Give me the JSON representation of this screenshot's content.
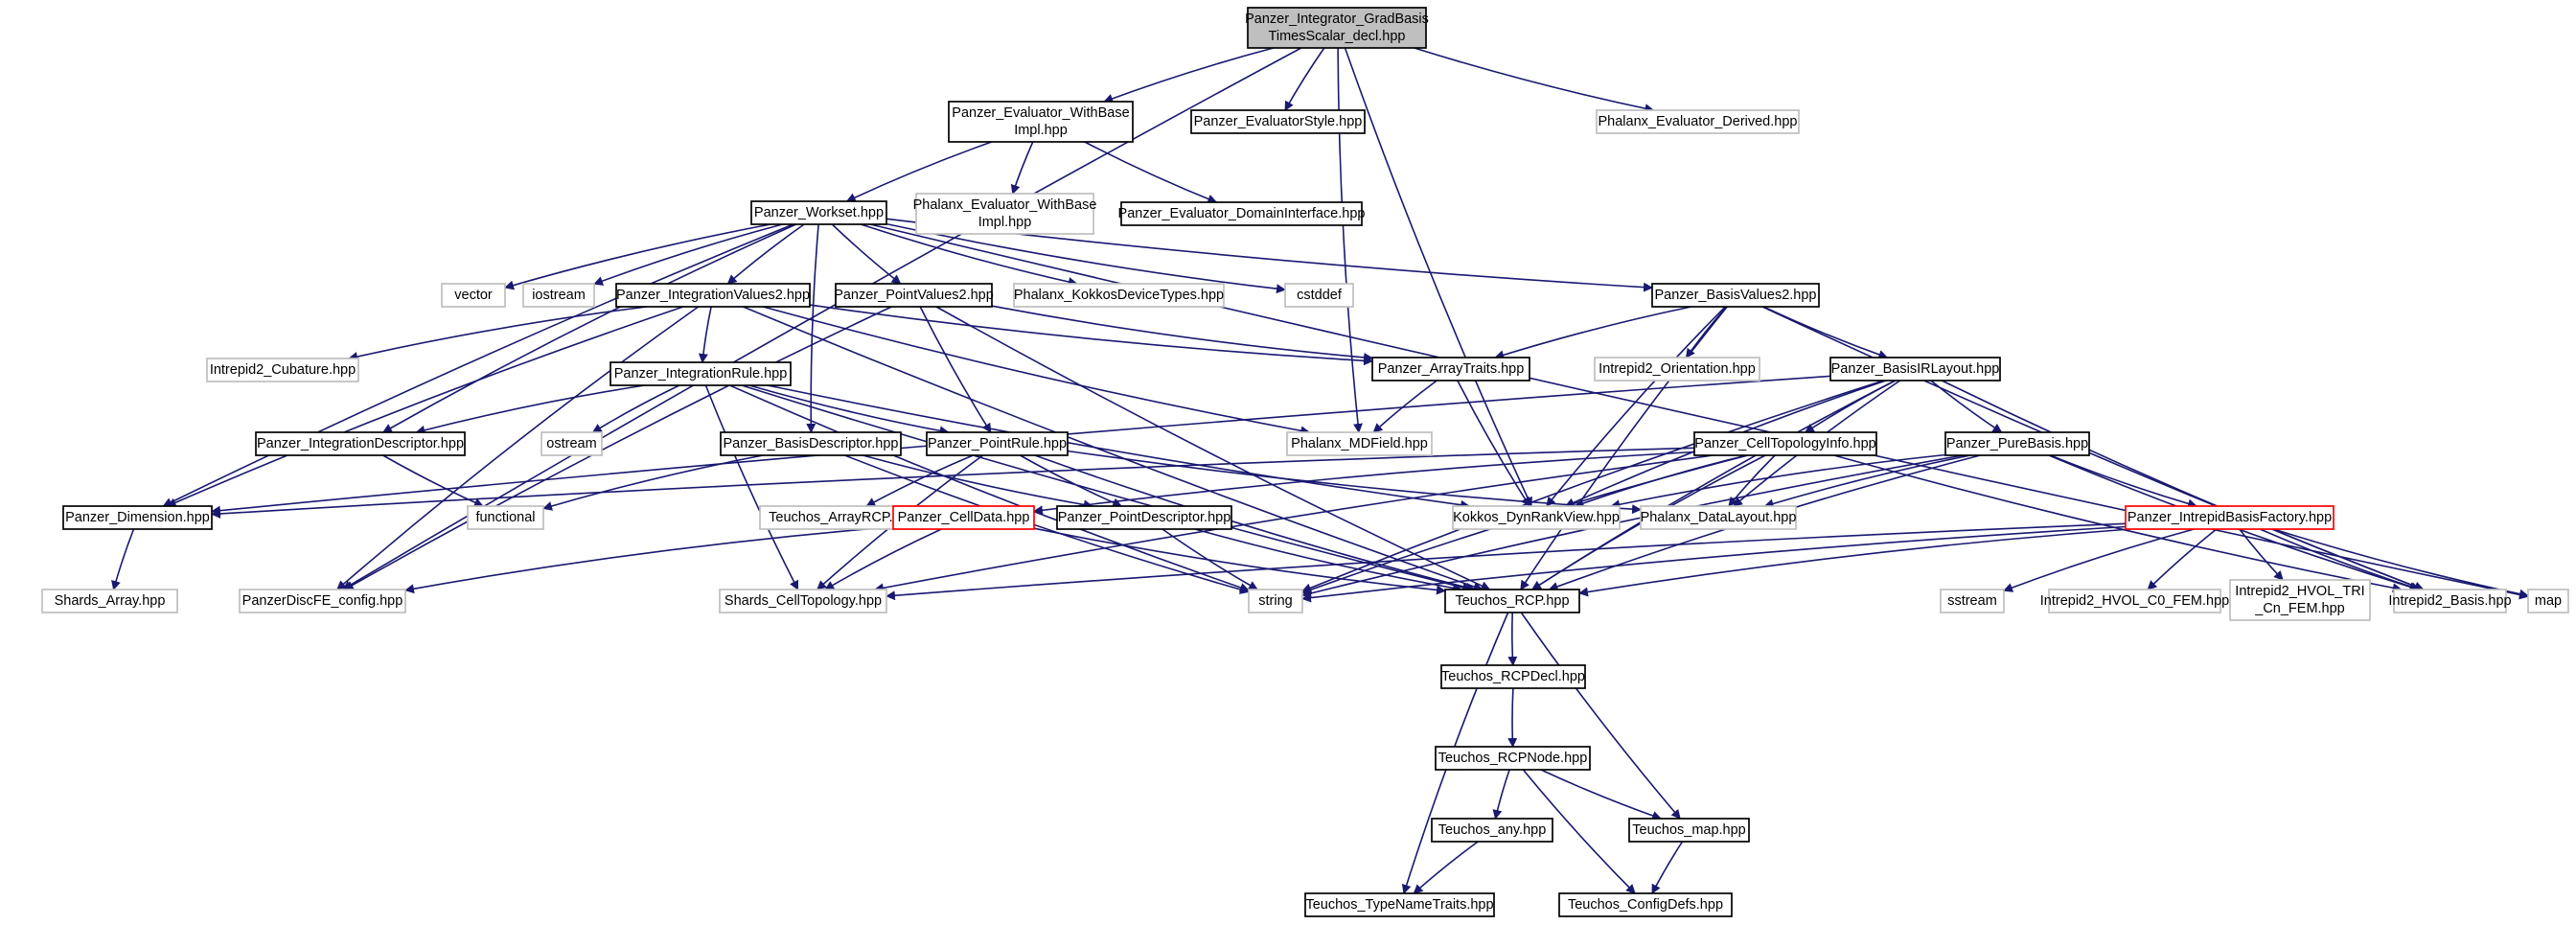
{
  "colors": {
    "edge": "#191970",
    "root_fill": "#bfbfbf",
    "root_border": "#000000",
    "documented_border": "#000000",
    "undocumented_border": "#bfbfbf",
    "truncated_border": "#ff0000",
    "node_fill": "#ffffff"
  },
  "nodes": [
    {
      "id": "root",
      "kind": "root",
      "lines": [
        "Panzer_Integrator_GradBasis",
        "TimesScalar_decl.hpp"
      ]
    },
    {
      "id": "evalwithbase",
      "kind": "documented",
      "lines": [
        "Panzer_Evaluator_WithBase",
        "Impl.hpp"
      ]
    },
    {
      "id": "evalstyle",
      "kind": "documented",
      "lines": [
        "Panzer_EvaluatorStyle.hpp"
      ]
    },
    {
      "id": "phalanxevalderived",
      "kind": "undocumented",
      "lines": [
        "Phalanx_Evaluator_Derived.hpp"
      ]
    },
    {
      "id": "phalanxevalwithbase",
      "kind": "undocumented",
      "lines": [
        "Phalanx_Evaluator_WithBase",
        "Impl.hpp"
      ]
    },
    {
      "id": "evaldomain",
      "kind": "documented",
      "lines": [
        "Panzer_Evaluator_DomainInterface.hpp"
      ]
    },
    {
      "id": "workset",
      "kind": "documented",
      "lines": [
        "Panzer_Workset.hpp"
      ]
    },
    {
      "id": "vector",
      "kind": "undocumented",
      "lines": [
        "vector"
      ]
    },
    {
      "id": "iostream",
      "kind": "undocumented",
      "lines": [
        "iostream"
      ]
    },
    {
      "id": "intvalues2",
      "kind": "documented",
      "lines": [
        "Panzer_IntegrationValues2.hpp"
      ]
    },
    {
      "id": "pointvalues2",
      "kind": "documented",
      "lines": [
        "Panzer_PointValues2.hpp"
      ]
    },
    {
      "id": "kokkosdevtypes",
      "kind": "undocumented",
      "lines": [
        "Phalanx_KokkosDeviceTypes.hpp"
      ]
    },
    {
      "id": "cstddef",
      "kind": "undocumented",
      "lines": [
        "cstddef"
      ]
    },
    {
      "id": "basisvalues2",
      "kind": "documented",
      "lines": [
        "Panzer_BasisValues2.hpp"
      ]
    },
    {
      "id": "map",
      "kind": "undocumented",
      "lines": [
        "map"
      ]
    },
    {
      "id": "cubature",
      "kind": "undocumented",
      "lines": [
        "Intrepid2_Cubature.hpp"
      ]
    },
    {
      "id": "intrule",
      "kind": "documented",
      "lines": [
        "Panzer_IntegrationRule.hpp"
      ]
    },
    {
      "id": "arraytraits",
      "kind": "documented",
      "lines": [
        "Panzer_ArrayTraits.hpp"
      ]
    },
    {
      "id": "orientation",
      "kind": "undocumented",
      "lines": [
        "Intrepid2_Orientation.hpp"
      ]
    },
    {
      "id": "basisirlayout",
      "kind": "documented",
      "lines": [
        "Panzer_BasisIRLayout.hpp"
      ]
    },
    {
      "id": "intdescriptor",
      "kind": "documented",
      "lines": [
        "Panzer_IntegrationDescriptor.hpp"
      ]
    },
    {
      "id": "ostream",
      "kind": "undocumented",
      "lines": [
        "ostream"
      ]
    },
    {
      "id": "basisdescriptor",
      "kind": "documented",
      "lines": [
        "Panzer_BasisDescriptor.hpp"
      ]
    },
    {
      "id": "pointrule",
      "kind": "documented",
      "lines": [
        "Panzer_PointRule.hpp"
      ]
    },
    {
      "id": "mdfield",
      "kind": "undocumented",
      "lines": [
        "Phalanx_MDField.hpp"
      ]
    },
    {
      "id": "celltopoinfo",
      "kind": "documented",
      "lines": [
        "Panzer_CellTopologyInfo.hpp"
      ]
    },
    {
      "id": "purebasis",
      "kind": "documented",
      "lines": [
        "Panzer_PureBasis.hpp"
      ]
    },
    {
      "id": "dimension",
      "kind": "documented",
      "lines": [
        "Panzer_Dimension.hpp"
      ]
    },
    {
      "id": "functional",
      "kind": "undocumented",
      "lines": [
        "functional"
      ]
    },
    {
      "id": "arrayrcp",
      "kind": "undocumented",
      "lines": [
        "Teuchos_ArrayRCP.hpp"
      ]
    },
    {
      "id": "celldata",
      "kind": "truncated",
      "lines": [
        "Panzer_CellData.hpp"
      ]
    },
    {
      "id": "pointdescriptor",
      "kind": "documented",
      "lines": [
        "Panzer_PointDescriptor.hpp"
      ]
    },
    {
      "id": "dynrankview",
      "kind": "undocumented",
      "lines": [
        "Kokkos_DynRankView.hpp"
      ]
    },
    {
      "id": "datalayout",
      "kind": "undocumented",
      "lines": [
        "Phalanx_DataLayout.hpp"
      ]
    },
    {
      "id": "intrepidbasisfactory",
      "kind": "truncated",
      "lines": [
        "Panzer_IntrepidBasisFactory.hpp"
      ]
    },
    {
      "id": "shardsarray",
      "kind": "undocumented",
      "lines": [
        "Shards_Array.hpp"
      ]
    },
    {
      "id": "discfeconfig",
      "kind": "undocumented",
      "lines": [
        "PanzerDiscFE_config.hpp"
      ]
    },
    {
      "id": "shardscelltopo",
      "kind": "undocumented",
      "lines": [
        "Shards_CellTopology.hpp"
      ]
    },
    {
      "id": "string",
      "kind": "undocumented",
      "lines": [
        "string"
      ]
    },
    {
      "id": "rcp",
      "kind": "documented",
      "lines": [
        "Teuchos_RCP.hpp"
      ]
    },
    {
      "id": "sstream",
      "kind": "undocumented",
      "lines": [
        "sstream"
      ]
    },
    {
      "id": "hvolc0",
      "kind": "undocumented",
      "lines": [
        "Intrepid2_HVOL_C0_FEM.hpp"
      ]
    },
    {
      "id": "hvoltri",
      "kind": "undocumented",
      "lines": [
        "Intrepid2_HVOL_TRI",
        "_Cn_FEM.hpp"
      ]
    },
    {
      "id": "intrepidbasis",
      "kind": "undocumented",
      "lines": [
        "Intrepid2_Basis.hpp"
      ]
    },
    {
      "id": "rcpdecl",
      "kind": "documented",
      "lines": [
        "Teuchos_RCPDecl.hpp"
      ]
    },
    {
      "id": "rcpnode",
      "kind": "documented",
      "lines": [
        "Teuchos_RCPNode.hpp"
      ]
    },
    {
      "id": "any",
      "kind": "documented",
      "lines": [
        "Teuchos_any.hpp"
      ]
    },
    {
      "id": "teuchosmap",
      "kind": "documented",
      "lines": [
        "Teuchos_map.hpp"
      ]
    },
    {
      "id": "typenametraits",
      "kind": "documented",
      "lines": [
        "Teuchos_TypeNameTraits.hpp"
      ]
    },
    {
      "id": "configdefs",
      "kind": "documented",
      "lines": [
        "Teuchos_ConfigDefs.hpp"
      ]
    }
  ],
  "edges": [
    [
      "root",
      "evalwithbase"
    ],
    [
      "root",
      "evalstyle"
    ],
    [
      "root",
      "phalanxevalderived"
    ],
    [
      "root",
      "discfeconfig"
    ],
    [
      "root",
      "mdfield"
    ],
    [
      "root",
      "dynrankview"
    ],
    [
      "evalwithbase",
      "phalanxevalwithbase"
    ],
    [
      "evalwithbase",
      "evaldomain"
    ],
    [
      "evalwithbase",
      "workset"
    ],
    [
      "workset",
      "vector"
    ],
    [
      "workset",
      "iostream"
    ],
    [
      "workset",
      "intvalues2"
    ],
    [
      "workset",
      "pointvalues2"
    ],
    [
      "workset",
      "kokkosdevtypes"
    ],
    [
      "workset",
      "cstddef"
    ],
    [
      "workset",
      "basisvalues2"
    ],
    [
      "workset",
      "map"
    ],
    [
      "workset",
      "dimension"
    ],
    [
      "workset",
      "intdescriptor"
    ],
    [
      "workset",
      "basisdescriptor"
    ],
    [
      "intvalues2",
      "cubature"
    ],
    [
      "intvalues2",
      "intrule"
    ],
    [
      "intvalues2",
      "arraytraits"
    ],
    [
      "intvalues2",
      "dimension"
    ],
    [
      "intvalues2",
      "discfeconfig"
    ],
    [
      "intvalues2",
      "rcp"
    ],
    [
      "intvalues2",
      "mdfield"
    ],
    [
      "pointvalues2",
      "arraytraits"
    ],
    [
      "pointvalues2",
      "pointrule"
    ],
    [
      "pointvalues2",
      "rcp"
    ],
    [
      "pointvalues2",
      "discfeconfig"
    ],
    [
      "basisvalues2",
      "arraytraits"
    ],
    [
      "basisvalues2",
      "orientation"
    ],
    [
      "basisvalues2",
      "basisirlayout"
    ],
    [
      "basisvalues2",
      "rcp"
    ],
    [
      "basisvalues2",
      "intrepidbasis"
    ],
    [
      "basisvalues2",
      "dynrankview"
    ],
    [
      "intrule",
      "intdescriptor"
    ],
    [
      "intrule",
      "ostream"
    ],
    [
      "intrule",
      "pointrule"
    ],
    [
      "intrule",
      "rcp"
    ],
    [
      "intrule",
      "string"
    ],
    [
      "intrule",
      "shardscelltopo"
    ],
    [
      "intrule",
      "dynrankview"
    ],
    [
      "arraytraits",
      "mdfield"
    ],
    [
      "arraytraits",
      "dynrankview"
    ],
    [
      "basisirlayout",
      "celltopoinfo"
    ],
    [
      "basisirlayout",
      "purebasis"
    ],
    [
      "basisirlayout",
      "datalayout"
    ],
    [
      "basisirlayout",
      "rcp"
    ],
    [
      "basisirlayout",
      "string"
    ],
    [
      "basisirlayout",
      "dimension"
    ],
    [
      "basisirlayout",
      "intrepidbasis"
    ],
    [
      "basisirlayout",
      "dynrankview"
    ],
    [
      "intdescriptor",
      "functional"
    ],
    [
      "basisdescriptor",
      "functional"
    ],
    [
      "basisdescriptor",
      "pointdescriptor"
    ],
    [
      "basisdescriptor",
      "string"
    ],
    [
      "pointrule",
      "arrayrcp"
    ],
    [
      "pointrule",
      "pointdescriptor"
    ],
    [
      "pointrule",
      "rcp"
    ],
    [
      "pointrule",
      "shardscelltopo"
    ],
    [
      "pointrule",
      "datalayout"
    ],
    [
      "celltopoinfo",
      "celldata"
    ],
    [
      "celltopoinfo",
      "dynrankview"
    ],
    [
      "celltopoinfo",
      "datalayout"
    ],
    [
      "celltopoinfo",
      "rcp"
    ],
    [
      "celltopoinfo",
      "string"
    ],
    [
      "celltopoinfo",
      "shardscelltopo"
    ],
    [
      "celltopoinfo",
      "dimension"
    ],
    [
      "celltopoinfo",
      "intrepidbasis"
    ],
    [
      "purebasis",
      "intrepidbasisfactory"
    ],
    [
      "purebasis",
      "datalayout"
    ],
    [
      "purebasis",
      "dynrankview"
    ],
    [
      "purebasis",
      "rcp"
    ],
    [
      "purebasis",
      "string"
    ],
    [
      "purebasis",
      "intrepidbasis"
    ],
    [
      "dimension",
      "shardsarray"
    ],
    [
      "celldata",
      "shardscelltopo"
    ],
    [
      "celldata",
      "discfeconfig"
    ],
    [
      "celldata",
      "rcp"
    ],
    [
      "pointdescriptor",
      "string"
    ],
    [
      "pointdescriptor",
      "rcp"
    ],
    [
      "intrepidbasisfactory",
      "sstream"
    ],
    [
      "intrepidbasisfactory",
      "hvolc0"
    ],
    [
      "intrepidbasisfactory",
      "hvoltri"
    ],
    [
      "intrepidbasisfactory",
      "intrepidbasis"
    ],
    [
      "intrepidbasisfactory",
      "map"
    ],
    [
      "intrepidbasisfactory",
      "rcp"
    ],
    [
      "intrepidbasisfactory",
      "string"
    ],
    [
      "intrepidbasisfactory",
      "shardscelltopo"
    ],
    [
      "rcp",
      "rcpdecl"
    ],
    [
      "rcp",
      "typenametraits"
    ],
    [
      "rcp",
      "teuchosmap"
    ],
    [
      "rcpdecl",
      "rcpnode"
    ],
    [
      "rcpnode",
      "any"
    ],
    [
      "rcpnode",
      "teuchosmap"
    ],
    [
      "rcpnode",
      "configdefs"
    ],
    [
      "any",
      "typenametraits"
    ],
    [
      "teuchosmap",
      "configdefs"
    ]
  ]
}
